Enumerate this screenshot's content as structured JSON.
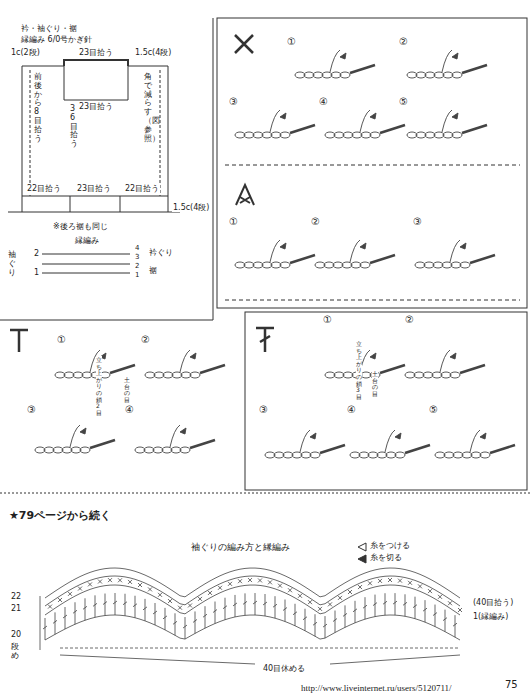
{
  "diagram": {
    "labels": [
      "衿・袖ぐり・裾",
      "縁編み 6/0号かぎ針",
      "1c(2段)",
      "23目拾う",
      "1.5c(4段)",
      "前後から8目拾う",
      "36目拾う",
      "23目拾う",
      "角で減らす（図参照）",
      "22目拾う",
      "23目拾う",
      "22目拾う",
      "1.5c(4段)",
      "※後ろ裾も同じ",
      "縁編み",
      "袖ぐり",
      "2",
      "1",
      "4",
      "3",
      "2",
      "1",
      "衿ぐり",
      "裾",
      "①",
      "②",
      "③",
      "④",
      "⑤",
      "①",
      "②",
      "③",
      "①",
      "②",
      "③",
      "④",
      "立ち上がりの鎖2目",
      "土台の目",
      "①",
      "②",
      "③",
      "④",
      "⑤",
      "立ち上がりの鎖3目",
      "土台の目",
      "★79ページから続く",
      "袖ぐりの編み方と縁編み",
      "22",
      "21",
      "20",
      "段め",
      "(40目拾う)",
      "1(縁編み)",
      "40目休める",
      "75",
      "http://www.liveinternet.ru/users/5120711/"
    ],
    "legend": [
      {
        "text": "糸をつける"
      },
      {
        "text": "糸を切る"
      }
    ]
  }
}
